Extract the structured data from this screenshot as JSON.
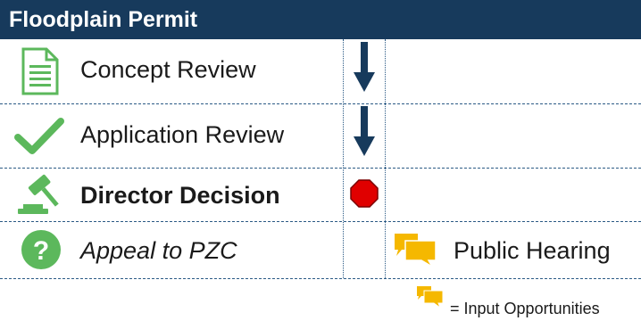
{
  "header": {
    "title": "Floodplain Permit"
  },
  "steps": [
    {
      "label": "Concept Review",
      "icon": "document-icon",
      "marker": "arrow-down"
    },
    {
      "label": "Application Review",
      "icon": "checkmark-icon",
      "marker": "arrow-down"
    },
    {
      "label": "Director Decision",
      "icon": "gavel-icon",
      "marker": "stop-octagon"
    },
    {
      "label": "Appeal to PZC",
      "icon": "question-icon",
      "input": "Public Hearing"
    }
  ],
  "legend": {
    "text": "= Input Opportunities",
    "icon": "speech-bubbles-icon"
  },
  "colors": {
    "header_bg": "#173a5c",
    "arrow": "#173a5c",
    "icon_green": "#5cb85c",
    "stop_red": "#e00000",
    "bubble_yellow": "#f5b800"
  }
}
